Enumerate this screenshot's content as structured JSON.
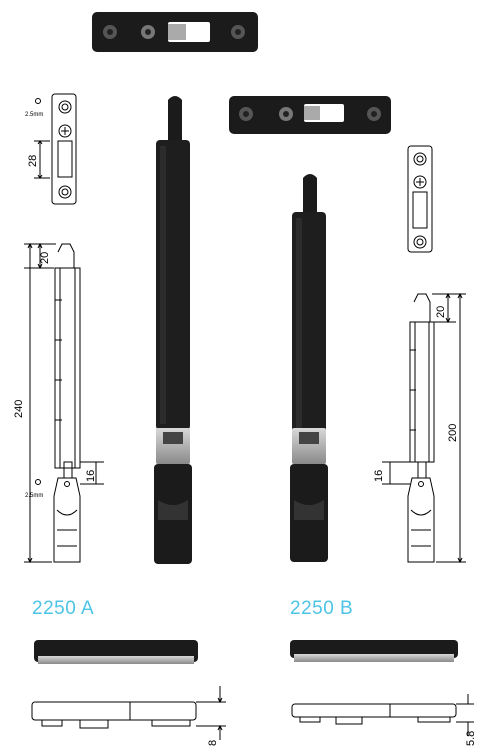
{
  "models": {
    "a": {
      "label": "2250 A"
    },
    "b": {
      "label": "2250 B"
    }
  },
  "dimensions": {
    "a_screw_diameter": "2.5mm",
    "a_slot_length": "28",
    "a_top_offset": "20",
    "a_total_length": "240",
    "a_bottom_screw": "2.5mm",
    "a_bottom_offset": "16",
    "a_thickness": "8",
    "b_top_offset": "20",
    "b_total_length": "200",
    "b_bottom_offset": "16",
    "b_thickness": "5.8"
  },
  "colors": {
    "accent": "#4cc4e6",
    "product": "#1b1b1b"
  }
}
